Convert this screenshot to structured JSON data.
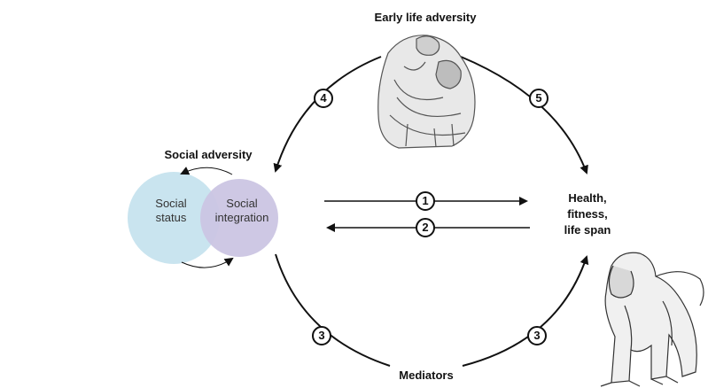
{
  "labels": {
    "early_life_adversity": "Early life adversity",
    "social_adversity": "Social adversity",
    "social_status_1": "Social",
    "social_status_2": "status",
    "social_integration_1": "Social",
    "social_integration_2": "integration",
    "health_1": "Health,",
    "health_2": "fitness,",
    "health_3": "life span",
    "mediators": "Mediators"
  },
  "badges": {
    "b1": "1",
    "b2": "2",
    "b3_left": "3",
    "b3_right": "3",
    "b4": "4",
    "b5": "5"
  },
  "colors": {
    "social_status_fill": "#c9e4ef",
    "social_integration_fill": "#cbc5e3",
    "stroke": "#111111"
  },
  "icons": [
    "mother-infant-primate-illustration",
    "baboon-illustration"
  ]
}
